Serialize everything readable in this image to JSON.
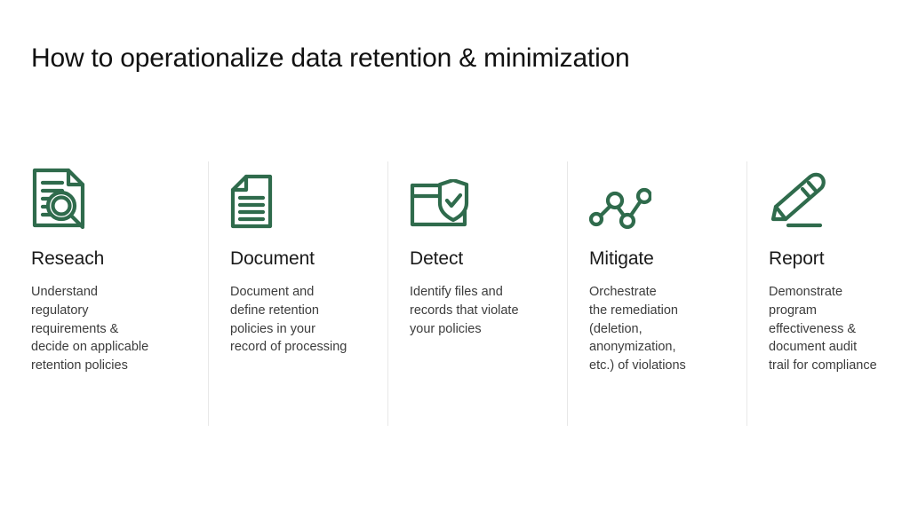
{
  "slide": {
    "title": "How to operationalize data retention & minimization",
    "accent_color": "#2f6b4c",
    "title_color": "#111111",
    "body_color": "#3c3c3c",
    "divider_color": "#e8e8e8",
    "background_color": "#ffffff"
  },
  "columns": [
    {
      "icon": "document-magnifier-icon",
      "heading": "Reseach",
      "body": "Understand\nregulatory\nrequirements &\ndecide on applicable\nretention policies"
    },
    {
      "icon": "document-lines-icon",
      "heading": "Document",
      "body": "Document and\ndefine retention\npolicies in your\nrecord of processing"
    },
    {
      "icon": "folder-shield-check-icon",
      "heading": "Detect",
      "body": "Identify files and\nrecords that violate\nyour policies"
    },
    {
      "icon": "network-nodes-icon",
      "heading": "Mitigate",
      "body": "Orchestrate\nthe remediation\n(deletion,\nanonymization,\n etc.) of violations"
    },
    {
      "icon": "pencil-underline-icon",
      "heading": "Report",
      "body": "Demonstrate\nprogram\neffectiveness &\ndocument audit\ntrail for compliance"
    }
  ]
}
